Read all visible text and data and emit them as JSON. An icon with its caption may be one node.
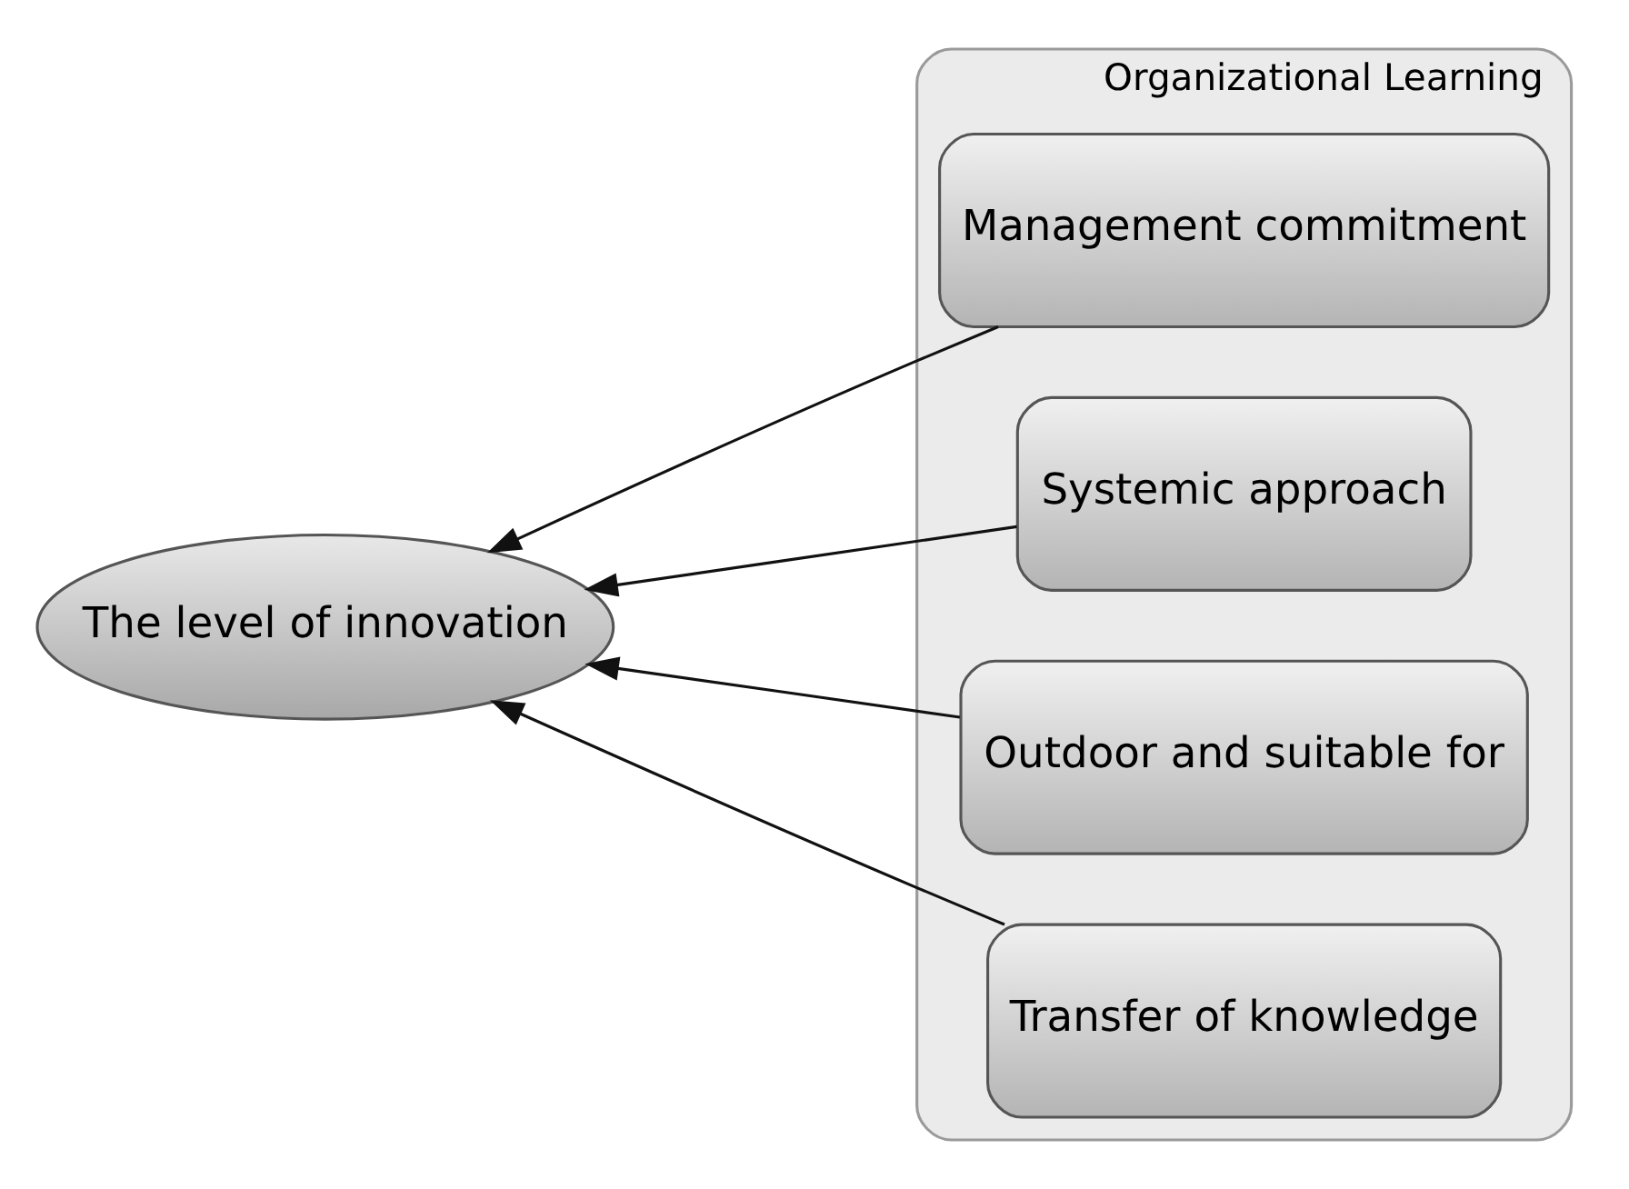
{
  "diagram": {
    "nodes": [
      {
        "text": [
          "The level of innovation"
        ]
      },
      {
        "text": [
          "Organizational Learning"
        ]
      },
      {
        "text": [
          "Management commitment"
        ],
        "in": 1
      },
      {
        "text": [
          "Systemic approach"
        ],
        "in": 1
      },
      {
        "text": [
          "Outdoor and suitable for"
        ],
        "in": 1
      },
      {
        "text": [
          "Transfer of knowledge"
        ],
        "in": 1
      }
    ],
    "edges": [
      {
        "from": 2,
        "to": 0,
        "arrow": "to"
      },
      {
        "from": 3,
        "to": 0,
        "arrow": "to"
      },
      {
        "from": 4,
        "to": 0,
        "arrow": "to"
      },
      {
        "from": 5,
        "to": 0,
        "arrow": "to"
      }
    ]
  }
}
